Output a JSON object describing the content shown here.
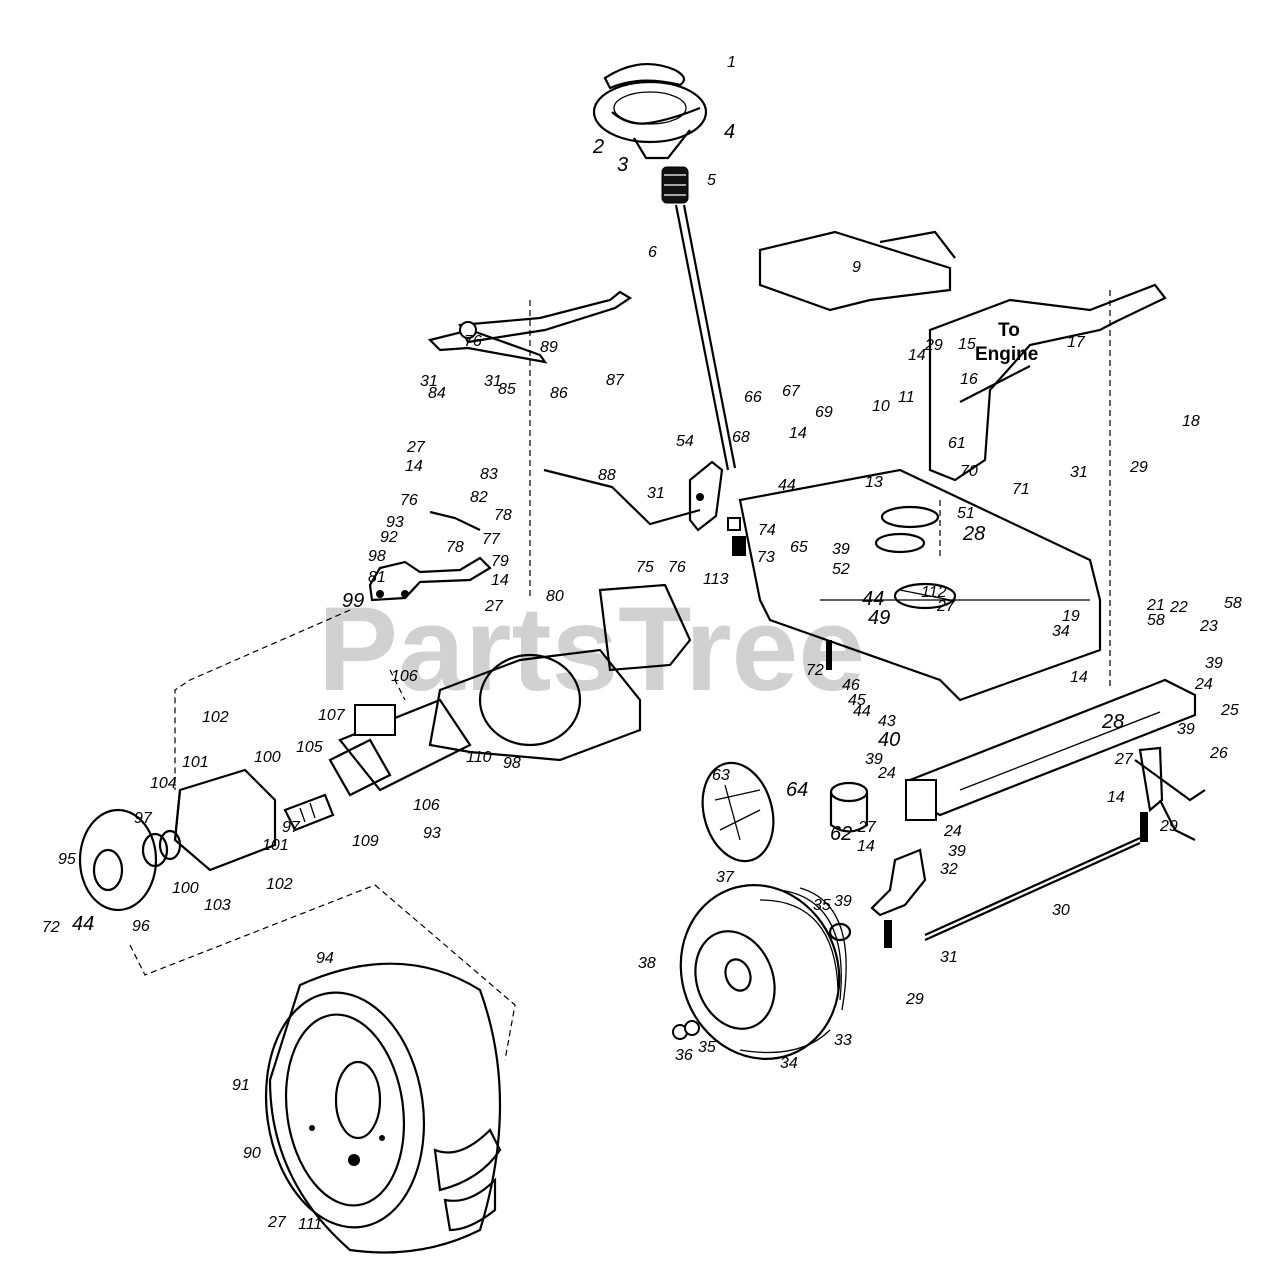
{
  "watermark": "PartsTree",
  "callout": {
    "line1": "To",
    "line2": "Engine"
  },
  "labels": {
    "p1": "1",
    "p2": "2",
    "p3": "3",
    "p4": "4",
    "p5": "5",
    "p6": "6",
    "p9": "9",
    "p10": "10",
    "p11": "11",
    "p13": "13",
    "p14a": "14",
    "p14b": "14",
    "p14c": "14",
    "p14d": "14",
    "p14e": "14",
    "p14f": "14",
    "p14g": "14",
    "p15": "15",
    "p16": "16",
    "p17": "17",
    "p18": "18",
    "p19": "19",
    "p21": "21",
    "p22": "22",
    "p23": "23",
    "p24a": "24",
    "p24b": "24",
    "p24c": "24",
    "p25": "25",
    "p26": "26",
    "p27a": "27",
    "p27b": "27",
    "p27c": "27",
    "p27d": "27",
    "p27e": "27",
    "p27f": "27",
    "p28a": "28",
    "p28b": "28",
    "p29a": "29",
    "p29b": "29",
    "p29c": "29",
    "p29d": "29",
    "p30": "30",
    "p31a": "31",
    "p31b": "31",
    "p31c": "31",
    "p31d": "31",
    "p31e": "31",
    "p32": "32",
    "p33": "33",
    "p34a": "34",
    "p34b": "34",
    "p35a": "35",
    "p35b": "35",
    "p36": "36",
    "p37": "37",
    "p38": "38",
    "p39a": "39",
    "p39b": "39",
    "p39c": "39",
    "p39d": "39",
    "p39e": "39",
    "p39f": "39",
    "p40": "40",
    "p43": "43",
    "p44a": "44",
    "p44b": "44",
    "p44c": "44",
    "p44d": "44",
    "p45": "45",
    "p46": "46",
    "p49": "49",
    "p51": "51",
    "p52": "52",
    "p54": "54",
    "p58a": "58",
    "p58b": "58",
    "p61": "61",
    "p62": "62",
    "p63": "63",
    "p64": "64",
    "p65": "65",
    "p66": "66",
    "p67": "67",
    "p68": "68",
    "p69": "69",
    "p70": "70",
    "p71": "71",
    "p72a": "72",
    "p72b": "72",
    "p73": "73",
    "p74": "74",
    "p75": "75",
    "p76a": "76",
    "p76b": "76",
    "p76c": "76",
    "p77": "77",
    "p78a": "78",
    "p78b": "78",
    "p79": "79",
    "p80": "80",
    "p81": "81",
    "p82": "82",
    "p83": "83",
    "p84": "84",
    "p85": "85",
    "p86": "86",
    "p87": "87",
    "p88": "88",
    "p89": "89",
    "p90": "90",
    "p91": "91",
    "p92": "92",
    "p93a": "93",
    "p93b": "93",
    "p94": "94",
    "p95": "95",
    "p96": "96",
    "p97a": "97",
    "p97b": "97",
    "p98a": "98",
    "p98b": "98",
    "p99": "99",
    "p100a": "100",
    "p100b": "100",
    "p101a": "101",
    "p101b": "101",
    "p102a": "102",
    "p102b": "102",
    "p103": "103",
    "p104": "104",
    "p105": "105",
    "p106a": "106",
    "p106b": "106",
    "p107": "107",
    "p109": "109",
    "p110": "110",
    "p111": "111",
    "p112": "112",
    "p113": "113"
  }
}
